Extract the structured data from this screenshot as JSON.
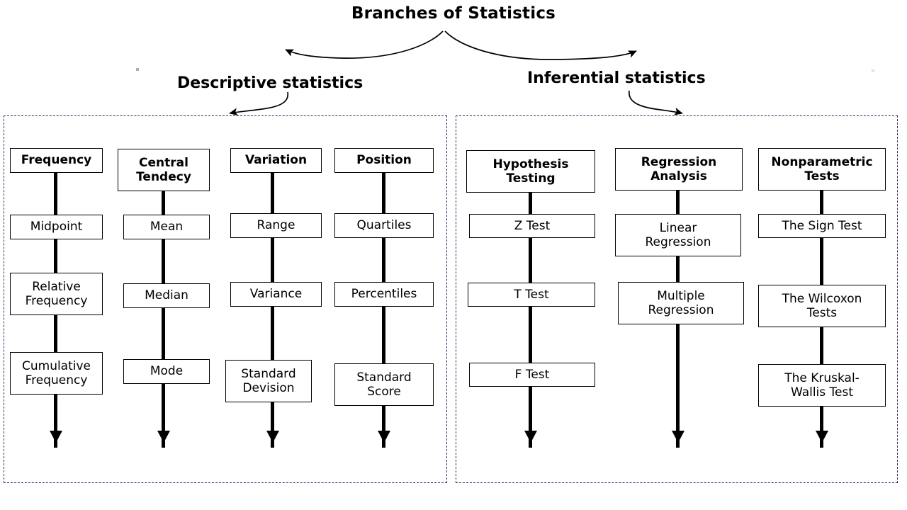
{
  "title": "Branches of Statistics",
  "branches": [
    {
      "id": "descriptive",
      "label": "Descriptive statistics"
    },
    {
      "id": "inferential",
      "label": "Inferential statistics"
    }
  ],
  "colors": {
    "panel_border": "#2b2f5e",
    "node_border": "#000000",
    "connector": "#000000",
    "background": "#ffffff",
    "text": "#000000"
  },
  "chart_data": {
    "type": "tree-diagram",
    "title": "Branches of Statistics",
    "root": "Branches of Statistics",
    "branches": [
      {
        "name": "Descriptive statistics",
        "columns": [
          {
            "head": "Frequency",
            "items": [
              "Midpoint",
              "Relative Frequency",
              "Cumulative Frequency"
            ]
          },
          {
            "head": "Central Tendecy",
            "items": [
              "Mean",
              "Median",
              "Mode"
            ]
          },
          {
            "head": "Variation",
            "items": [
              "Range",
              "Variance",
              "Standard Devision"
            ]
          },
          {
            "head": "Position",
            "items": [
              "Quartiles",
              "Percentiles",
              "Standard Score"
            ]
          }
        ]
      },
      {
        "name": "Inferential statistics",
        "columns": [
          {
            "head": "Hypothesis Testing",
            "items": [
              "Z Test",
              "T Test",
              "F Test"
            ]
          },
          {
            "head": "Regression Analysis",
            "items": [
              "Linear Regression",
              "Multiple Regression"
            ]
          },
          {
            "head": "Nonparametric Tests",
            "items": [
              "The Sign Test",
              "The Wilcoxon Tests",
              "The Kruskal-Wallis Test"
            ]
          }
        ]
      }
    ]
  },
  "nodes": {
    "freq_head": "Frequency",
    "freq_1": "Midpoint",
    "freq_2_l1": "Relative",
    "freq_2_l2": "Frequency",
    "freq_3_l1": "Cumulative",
    "freq_3_l2": "Frequency",
    "ct_head_l1": "Central",
    "ct_head_l2": "Tendecy",
    "ct_1": "Mean",
    "ct_2": "Median",
    "ct_3": "Mode",
    "var_head": "Variation",
    "var_1": "Range",
    "var_2": "Variance",
    "var_3_l1": "Standard",
    "var_3_l2": "Devision",
    "pos_head": "Position",
    "pos_1": "Quartiles",
    "pos_2": "Percentiles",
    "pos_3_l1": "Standard",
    "pos_3_l2": "Score",
    "hyp_head_l1": "Hypothesis",
    "hyp_head_l2": "Testing",
    "hyp_1": "Z Test",
    "hyp_2": "T Test",
    "hyp_3": "F Test",
    "reg_head_l1": "Regression",
    "reg_head_l2": "Analysis",
    "reg_1_l1": "Linear",
    "reg_1_l2": "Regression",
    "reg_2_l1": "Multiple",
    "reg_2_l2": "Regression",
    "np_head_l1": "Nonparametric",
    "np_head_l2": "Tests",
    "np_1": "The Sign Test",
    "np_2_l1": "The Wilcoxon",
    "np_2_l2": "Tests",
    "np_3_l1": "The Kruskal-",
    "np_3_l2": "Wallis Test"
  }
}
